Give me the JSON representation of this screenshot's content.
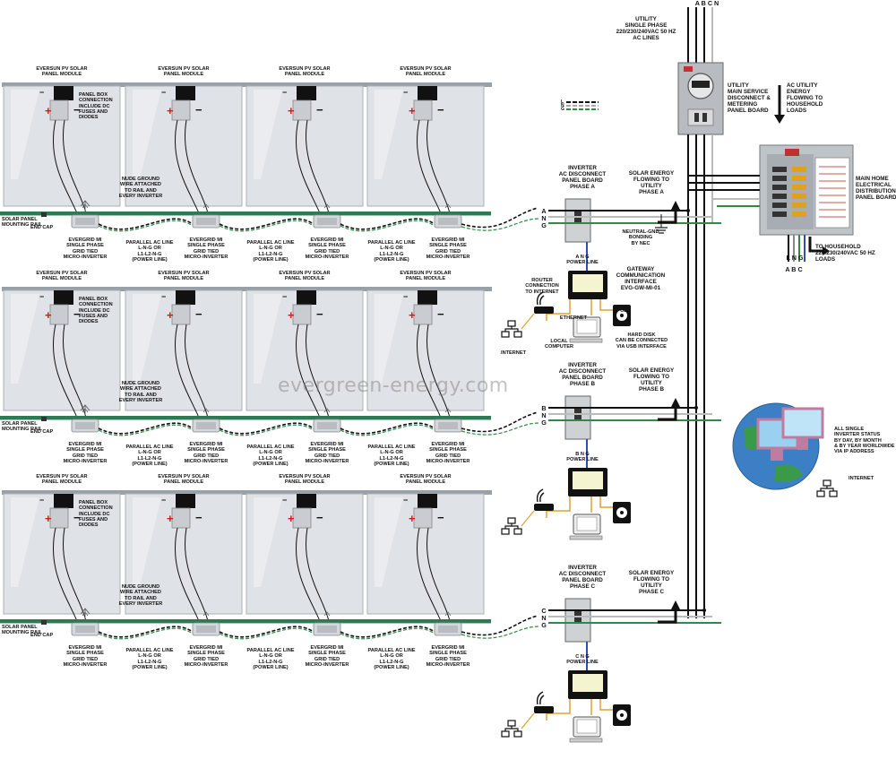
{
  "solar_panel_label": "EVERSUN PV SOLAR\nPANEL MODULE",
  "panel_box_label": "PANEL BOX\nCONNECTION\nINCLUDE DC\nFUSES AND\nDIODES",
  "nude_ground_label": "NUDE GROUND\nWIRE ATTACHED\nTO RAIL AND\nEVERY INVERTER",
  "mounting_rail_label": "SOLAR PANEL\nMOUNTING RAIL",
  "end_cap_label": "END CAP",
  "micro_inverter_label": "EVERGRID MI\nSINGLE PHASE\nGRID TIED\nMICRO-INVERTER",
  "parallel_ac_label": "PARALLEL AC LINE\nL-N-G OR\nL1-L2-N-G\n(POWER LINE)",
  "plus": "+",
  "minus": "−",
  "legend": {
    "l": "L",
    "n": "N",
    "g": "G"
  },
  "utility": {
    "lines_label": "UTILITY\nSINGLE PHASE\n220/230/240VAC 50 HZ\nAC LINES",
    "abcn": "A  B  C  N",
    "main_disconnect_label": "UTILITY\nMAIN SERVICE\nDISCONNECT &\nMETERING\nPANEL BOARD",
    "ac_flow_label": "AC UTILITY\nENERGY\nFLOWING TO\nHOUSEHOLD\nLOADS"
  },
  "home": {
    "main_panel_label": "MAIN HOME\nELECTRICAL\nDISTRIBUTION\nPANEL BOARD",
    "lng": "L N G",
    "abc": "A  B  C",
    "loads_label": "TO HOUSEHOLD\n220/230/240VAC 50 HZ\nLOADS"
  },
  "phases": [
    {
      "disconnect_label": "INVERTER\nAC DISCONNECT\nPANEL BOARD\nPHASE A",
      "wires": "A\nN\nG",
      "power_line_label": "A N G\nPOWER LINE",
      "energy_label": "SOLAR ENERGY\nFLOWING TO\nUTILITY\nPHASE A"
    },
    {
      "disconnect_label": "INVERTER\nAC DISCONNECT\nPANEL BOARD\nPHASE B",
      "wires": "B\nN\nG",
      "power_line_label": "B N G\nPOWER LINE",
      "energy_label": "SOLAR ENERGY\nFLOWING TO\nUTILITY\nPHASE B"
    },
    {
      "disconnect_label": "INVERTER\nAC DISCONNECT\nPANEL BOARD\nPHASE C",
      "wires": "C\nN\nG",
      "power_line_label": "C N G\nPOWER LINE",
      "energy_label": "SOLAR ENERGY\nFLOWING TO\nUTILITY\nPHASE C"
    }
  ],
  "neutral_bonding_label": "NEUTRAL-GND\nBONDING\nBY NEC",
  "gateway": {
    "label": "GATEWAY\nCOMMUNICATION\nINTERFACE\nEVG-GW-MI-01",
    "router_label": "ROUTER\nCONNECTION\nTO INTERNET",
    "ethernet": "ETHERNET",
    "usb": "USB",
    "internet": "INTERNET",
    "local_computer": "LOCAL\nCOMPUTER",
    "hard_disk": "HARD DISK\nCAN BE CONNECTED\nVIA USB INTERFACE"
  },
  "worldwide": {
    "status_label": "ALL SINGLE\nINVERTER STATUS\nBY DAY, BY MONTH\n& BY YEAR WORLDWIDE\nVIA IP ADDRESS",
    "internet": "INTERNET"
  },
  "watermark": "evergreen-energy.com",
  "colors": {
    "panel": "#dfe2e6",
    "rail": "#2d7a55",
    "line": "#111111",
    "neutral": "#bbbbbb",
    "ground": "#2f8a4a",
    "power_line": "#2d4fb0",
    "orange": "#e0a030",
    "plus_red": "#d81818"
  }
}
